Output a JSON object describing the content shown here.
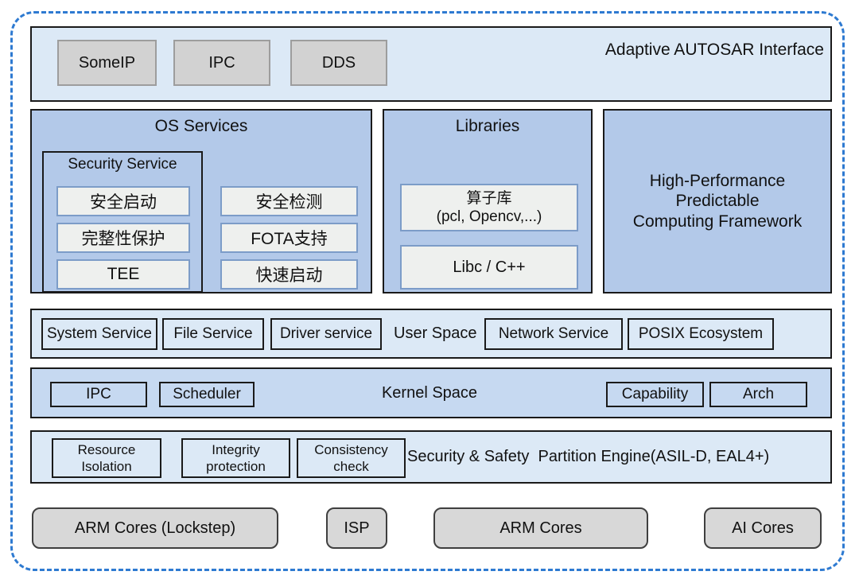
{
  "colors": {
    "dashed_border": "#2e7ad1",
    "light_layer": "#dce9f6",
    "blue_layer": "#b3c9e9",
    "kernel_layer": "#c6d9f1",
    "inner_box_bg": "#eef0ee",
    "inner_box_border": "#7c9cc8",
    "chip_gray": "#d2d2d2",
    "chip_border": "#9d9d9d",
    "core_gray": "#d8d8d8",
    "core_border": "#3f3f3f",
    "border_dark": "#1a1a1a"
  },
  "adaptive_interface": {
    "title": "Adaptive AUTOSAR Interface",
    "chips": [
      "SomeIP",
      "IPC",
      "DDS"
    ]
  },
  "os_services": {
    "title": "OS Services",
    "security_service": {
      "title": "Security Service",
      "items": [
        "安全启动",
        "完整性保护",
        "TEE"
      ]
    },
    "items": [
      "安全检测",
      "FOTA支持",
      "快速启动"
    ]
  },
  "libraries": {
    "title": "Libraries",
    "items": [
      "算子库\n(pcl, Opencv,...)",
      "Libc / C++"
    ]
  },
  "computing_framework": {
    "title": "High-Performance\nPredictable\nComputing Framework"
  },
  "user_space": {
    "label": "User Space",
    "left_items": [
      "System Service",
      "File Service",
      "Driver service"
    ],
    "right_items": [
      "Network Service",
      "POSIX Ecosystem"
    ]
  },
  "kernel_space": {
    "label": "Kernel Space",
    "left_items": [
      "IPC",
      "Scheduler"
    ],
    "right_items": [
      "Capability",
      "Arch"
    ]
  },
  "partition_engine": {
    "label": "Security & Safety  Partition Engine(ASIL-D, EAL4+)",
    "items": [
      "Resource\nIsolation",
      "Integrity\nprotection",
      "Consistency\ncheck"
    ]
  },
  "hardware": {
    "items": [
      "ARM Cores (Lockstep)",
      "ISP",
      "ARM Cores",
      "AI Cores"
    ]
  }
}
